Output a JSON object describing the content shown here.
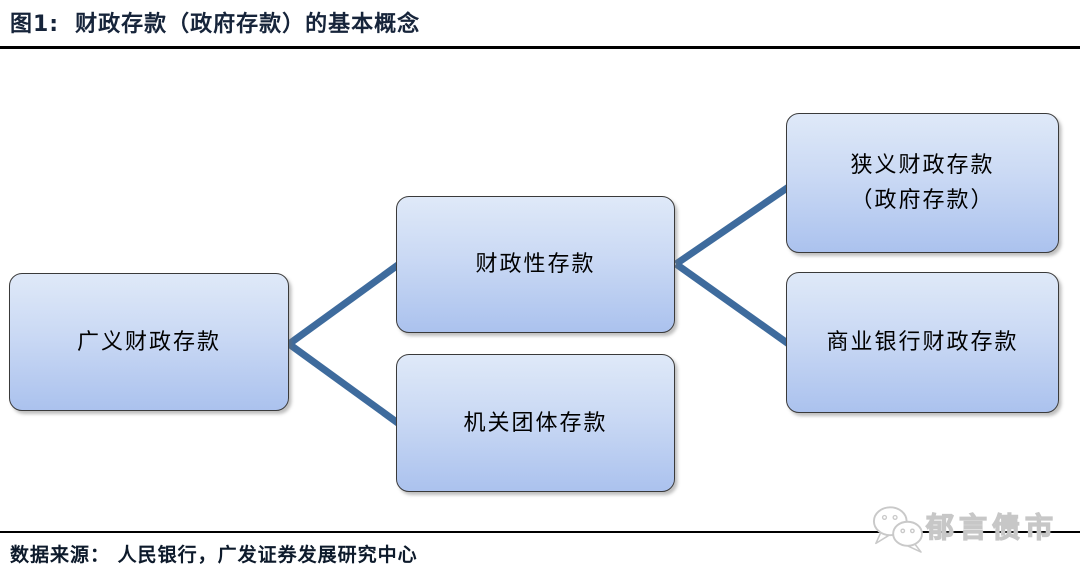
{
  "title": {
    "figure_label": "图1:",
    "text": "财政存款（政府存款）的基本概念"
  },
  "colors": {
    "connector_color": "#3e6b9d",
    "node_fill_top": "#dfe9f8",
    "node_fill_mid": "#cad9f4",
    "node_fill_bottom": "#abc2ee",
    "node_border": "#3a3a3a",
    "title_color": "#16243a",
    "text_color": "#000000",
    "watermark_color": "#efefef",
    "watermark_outline": "#c7c7c7"
  },
  "diagram": {
    "nodes": [
      {
        "label": "广义财政存款"
      },
      {
        "label": "财政性存款"
      },
      {
        "label": "机关团体存款"
      },
      {
        "label": "狭义财政存款\n（政府存款）"
      },
      {
        "label": "商业银行财政存款"
      }
    ],
    "edges": [
      {
        "from": "广义财政存款",
        "to": "财政性存款"
      },
      {
        "from": "广义财政存款",
        "to": "机关团体存款"
      },
      {
        "from": "财政性存款",
        "to": "狭义财政存款（政府存款）"
      },
      {
        "from": "财政性存款",
        "to": "商业银行财政存款"
      }
    ]
  },
  "footer": {
    "source_text": "数据来源： 人民银行，广发证券发展研究中心",
    "watermark_text": "郁言债市"
  }
}
